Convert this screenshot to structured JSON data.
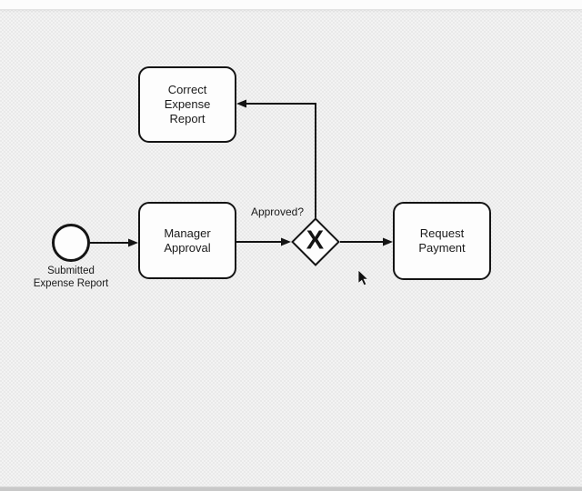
{
  "window": {
    "top_bar_color": "#fcfcfc",
    "bottom_bar_color": "#c8c8c8",
    "canvas_background": "#f0f0f0",
    "node_fill": "#fdfdfd",
    "stroke_color": "#141414"
  },
  "diagram": {
    "start_event": {
      "label_lines": [
        "Submitted",
        "Expense Report"
      ]
    },
    "tasks": {
      "correct_expense_report": {
        "label_lines": [
          "Correct",
          "Expense",
          "Report"
        ]
      },
      "manager_approval": {
        "label_lines": [
          "Manager",
          "Approval"
        ]
      },
      "request_payment": {
        "label_lines": [
          "Request",
          "Payment"
        ]
      }
    },
    "gateway": {
      "symbol": "X",
      "label": "Approved?"
    },
    "flows": [
      {
        "from": "start-event",
        "to": "manager-approval"
      },
      {
        "from": "manager-approval",
        "to": "gateway"
      },
      {
        "from": "gateway",
        "to": "request-payment"
      },
      {
        "from": "gateway",
        "to": "correct-expense-report"
      }
    ]
  }
}
